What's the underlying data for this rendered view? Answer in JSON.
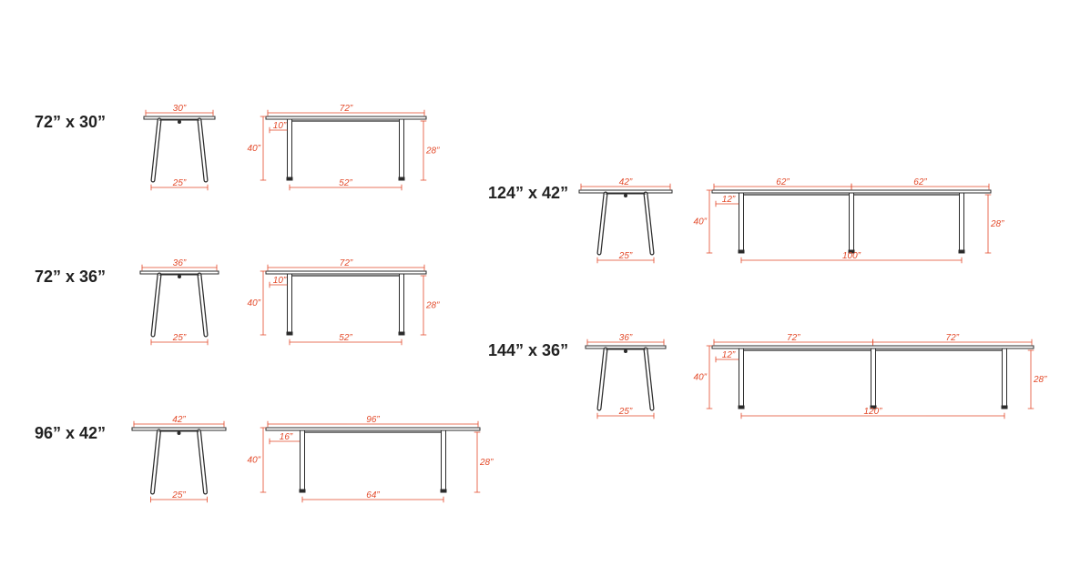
{
  "colors": {
    "ink": "#2b2b2b",
    "dimension": "#e34a2a",
    "background": "#ffffff"
  },
  "tables": [
    {
      "title": "72” x 30”",
      "end_width": "30”",
      "end_base": "25”",
      "side_top": [
        "72”"
      ],
      "side_offset": "10”",
      "side_height": "40”",
      "side_leg_height": "28”",
      "side_base": "52”"
    },
    {
      "title": "72” x 36”",
      "end_width": "36”",
      "end_base": "25”",
      "side_top": [
        "72”"
      ],
      "side_offset": "10”",
      "side_height": "40”",
      "side_leg_height": "28”",
      "side_base": "52”"
    },
    {
      "title": "96” x 42”",
      "end_width": "42”",
      "end_base": "25”",
      "side_top": [
        "96”"
      ],
      "side_offset": "16”",
      "side_height": "40”",
      "side_leg_height": "28”",
      "side_base": "64”"
    },
    {
      "title": "124” x 42”",
      "end_width": "42”",
      "end_base": "25”",
      "side_top": [
        "62”",
        "62”"
      ],
      "side_offset": "12”",
      "side_height": "40”",
      "side_leg_height": "28”",
      "side_base": "100”"
    },
    {
      "title": "144” x 36”",
      "end_width": "36”",
      "end_base": "25”",
      "side_top": [
        "72”",
        "72”"
      ],
      "side_offset": "12”",
      "side_height": "40”",
      "side_leg_height": "28”",
      "side_base": "120”"
    }
  ]
}
